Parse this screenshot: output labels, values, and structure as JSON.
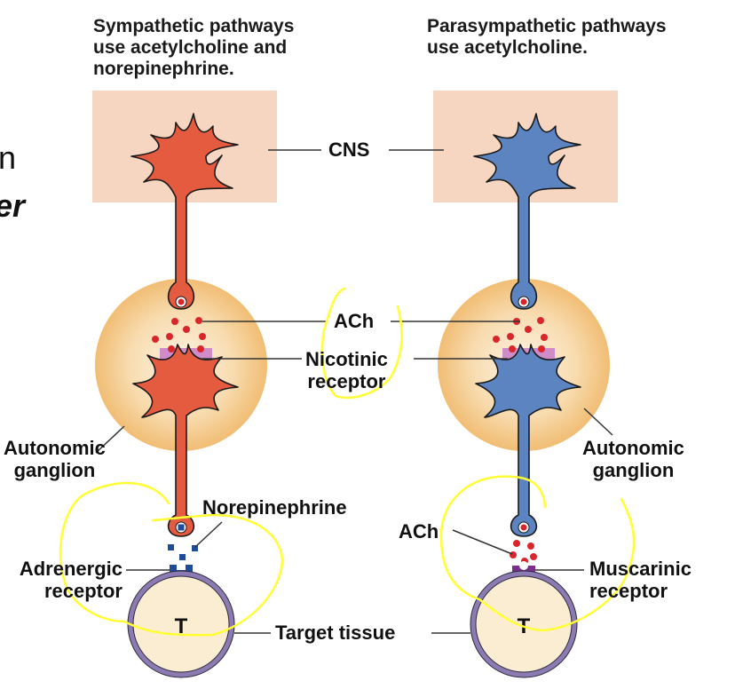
{
  "left_fragments": {
    "line1": "n",
    "line2": "er"
  },
  "sympathetic": {
    "title": [
      "Sympathetic pathways",
      "use acetylcholine and",
      "norepinephrine."
    ],
    "neuron_color": "#e55b3f"
  },
  "parasympathetic": {
    "title": [
      "Parasympathetic pathways",
      "use acetylcholine."
    ],
    "neuron_color": "#5b84c0"
  },
  "labels": {
    "cns": "CNS",
    "ach_center": "ACh",
    "nicotinic": [
      "Nicotinic",
      "receptor"
    ],
    "autonomic_left": [
      "Autonomic",
      "ganglion"
    ],
    "autonomic_right": [
      "Autonomic",
      "ganglion"
    ],
    "norepinephrine": "Norepinephrine",
    "adrenergic": [
      "Adrenergic",
      "receptor"
    ],
    "ach_right": "ACh",
    "muscarinic": [
      "Muscarinic",
      "receptor"
    ],
    "target_tissue": "Target tissue",
    "target_letter": "T"
  },
  "colors": {
    "cns_box": "#f6d6c0",
    "ganglion": "#f3c27e",
    "ach_dot": "#d9262b",
    "nicotinic_receptor": "#d08cc8",
    "norepinephrine": "#1f4b99",
    "muscarinic_receptor": "#7a2f8f",
    "target_fill": "#fbedd2",
    "target_ring": "#8c7bb3",
    "highlight": "#ffff33"
  }
}
